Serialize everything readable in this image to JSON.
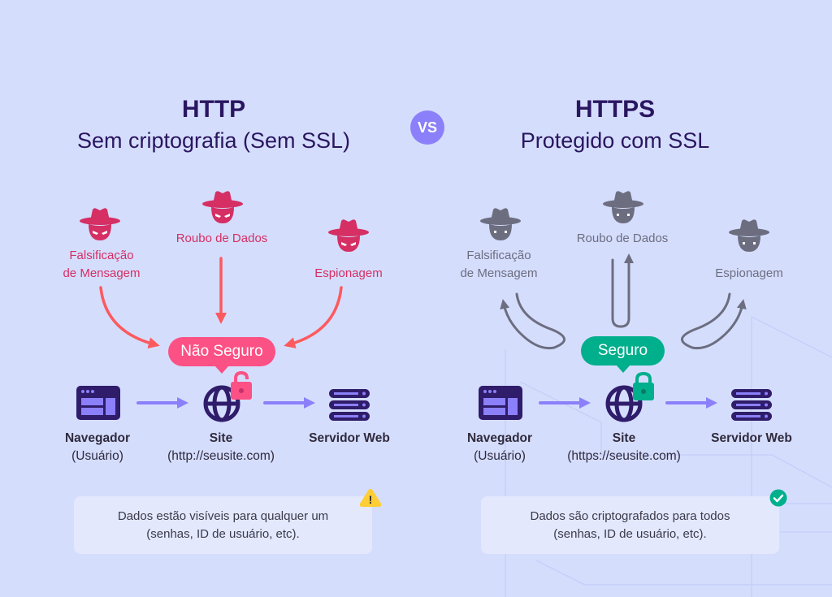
{
  "colors": {
    "background": "#d5ddfd",
    "title": "#2a1660",
    "vs_badge": "#8b80f9",
    "threat_red": "#d52f63",
    "arrow_red": "#fc5a5f",
    "threat_grey": "#6c6e80",
    "insecure_badge": "#fc5185",
    "secure_badge": "#00af8c",
    "flow_arrow": "#8b80f9",
    "icon_dark": "#2f1c6a",
    "warning": "#ffcd35",
    "check": "#00af8c"
  },
  "vs_label": "VS",
  "http": {
    "title": "HTTP",
    "subtitle": "Sem criptografia (Sem SSL)",
    "threats": [
      {
        "label_line1": "Falsificação",
        "label_line2": "de Mensagem",
        "icon": "hacker-icon"
      },
      {
        "label_line1": "Roubo de Dados",
        "icon": "hacker-icon"
      },
      {
        "label_line1": "Espionagem",
        "icon": "hacker-icon"
      }
    ],
    "badge": "Não Seguro",
    "lock_state": "unlocked",
    "nodes": [
      {
        "label": "Navegador",
        "sub": "(Usuário)",
        "icon": "browser-icon"
      },
      {
        "label": "Site",
        "sub": "(http://seusite.com)",
        "icon": "globe-icon"
      },
      {
        "label": "Servidor Web",
        "sub": "",
        "icon": "server-icon"
      }
    ],
    "info": {
      "line1": "Dados estão visíveis para qualquer um",
      "line2": "(senhas, ID de usuário, etc).",
      "icon": "warning-icon",
      "icon_glyph": "!"
    }
  },
  "https": {
    "title": "HTTPS",
    "subtitle": "Protegido com SSL",
    "threats": [
      {
        "label_line1": "Falsificação",
        "label_line2": "de Mensagem",
        "icon": "hacker-icon"
      },
      {
        "label_line1": "Roubo de Dados",
        "icon": "hacker-icon"
      },
      {
        "label_line1": "Espionagem",
        "icon": "hacker-icon"
      }
    ],
    "badge": "Seguro",
    "lock_state": "locked",
    "nodes": [
      {
        "label": "Navegador",
        "sub": "(Usuário)",
        "icon": "browser-icon"
      },
      {
        "label": "Site",
        "sub": "(https://seusite.com)",
        "icon": "globe-icon"
      },
      {
        "label": "Servidor Web",
        "sub": "",
        "icon": "server-icon"
      }
    ],
    "info": {
      "line1": "Dados são criptografados para todos",
      "line2": "(senhas, ID de usuário, etc).",
      "icon": "check-circle-icon",
      "icon_glyph": "✓"
    }
  }
}
